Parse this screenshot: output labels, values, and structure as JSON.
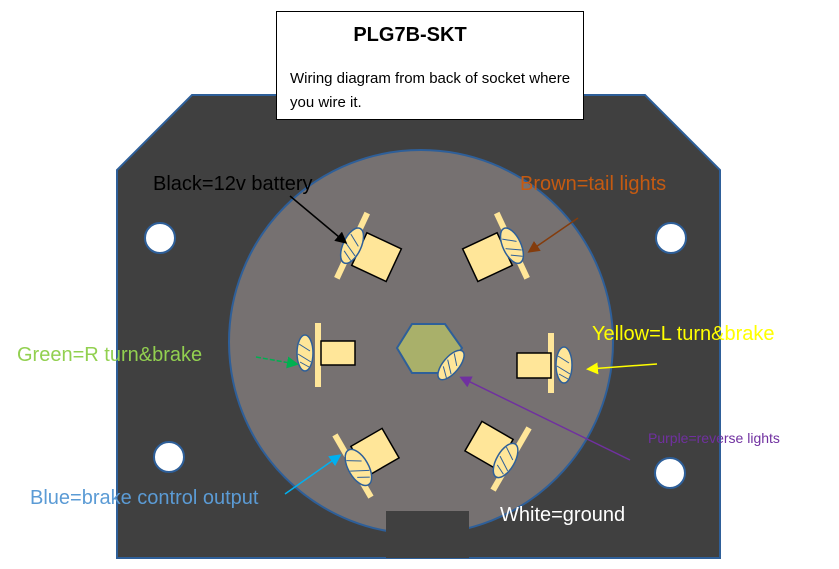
{
  "title": "PLG7B-SKT",
  "description": "Wiring diagram from back of socket where you wire it.",
  "labels": {
    "black": "Black=12v battery",
    "brown": "Brown=tail lights",
    "green": "Green=R turn&brake",
    "yellow": "Yellow=L turn&brake",
    "purple": "Purple=reverse lights",
    "blue": "Blue=brake control output",
    "white": "White=ground"
  },
  "colors": {
    "plate": "#404040",
    "plate_border": "#2e5f99",
    "socket_face": "#767171",
    "terminal_fill": "#ffe699",
    "center_hex": "#a9b06a",
    "black": "#000000",
    "brown": "#c55a11",
    "green": "#92d050",
    "yellow": "#ffff00",
    "purple": "#7030a0",
    "blue": "#5b9bd5",
    "white": "#ffffff"
  }
}
